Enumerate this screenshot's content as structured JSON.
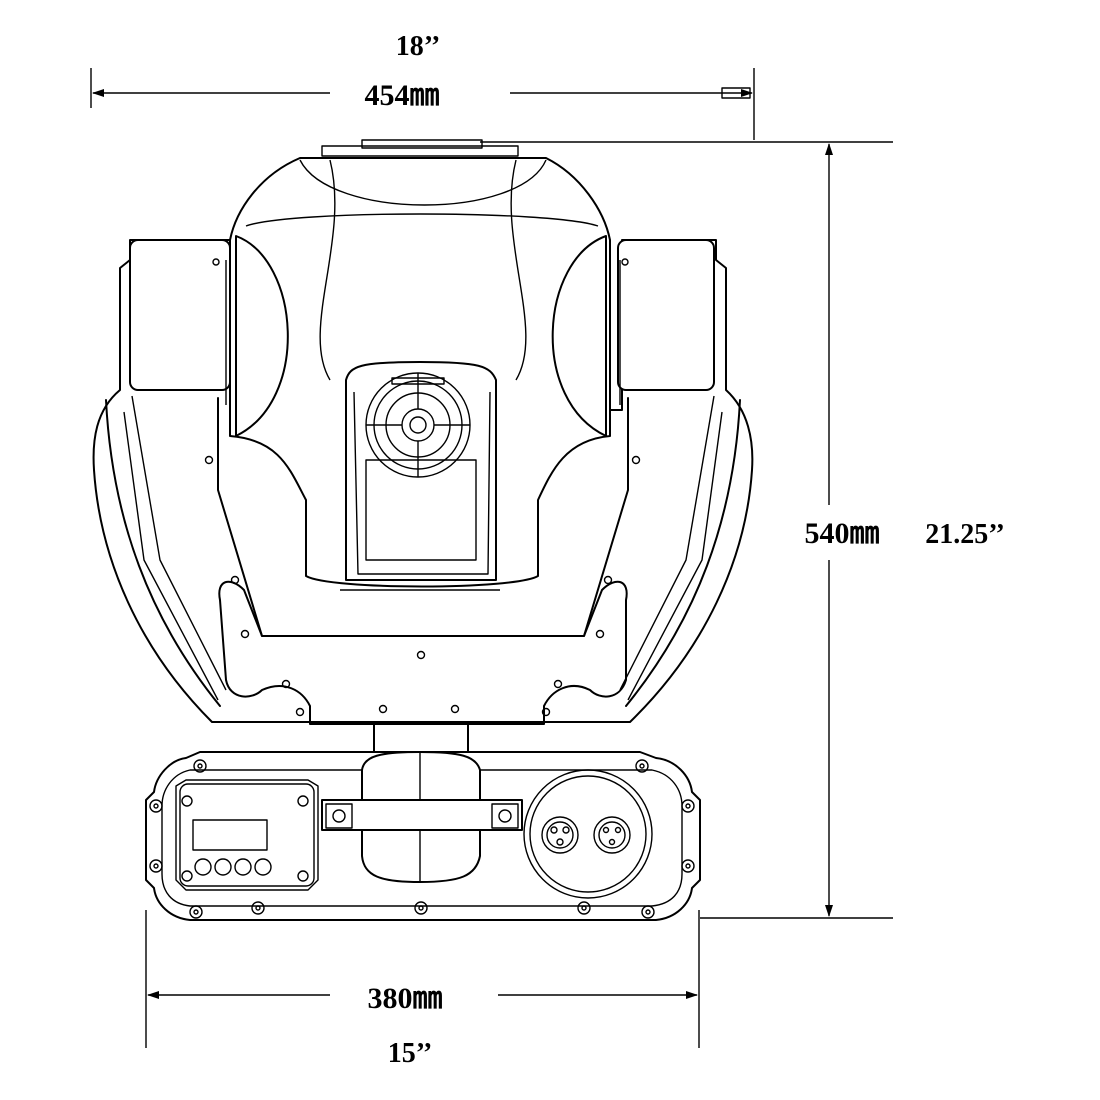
{
  "dimensions": {
    "top_inch": "18’’",
    "top_mm": "454㎜",
    "right_mm": "540㎜",
    "right_inch": "21.25’’",
    "bottom_mm": "380㎜",
    "bottom_inch": "15’’"
  },
  "colors": {
    "line": "#000000",
    "background": "#ffffff"
  },
  "display_buttons": 4,
  "xlr_pins": 3
}
